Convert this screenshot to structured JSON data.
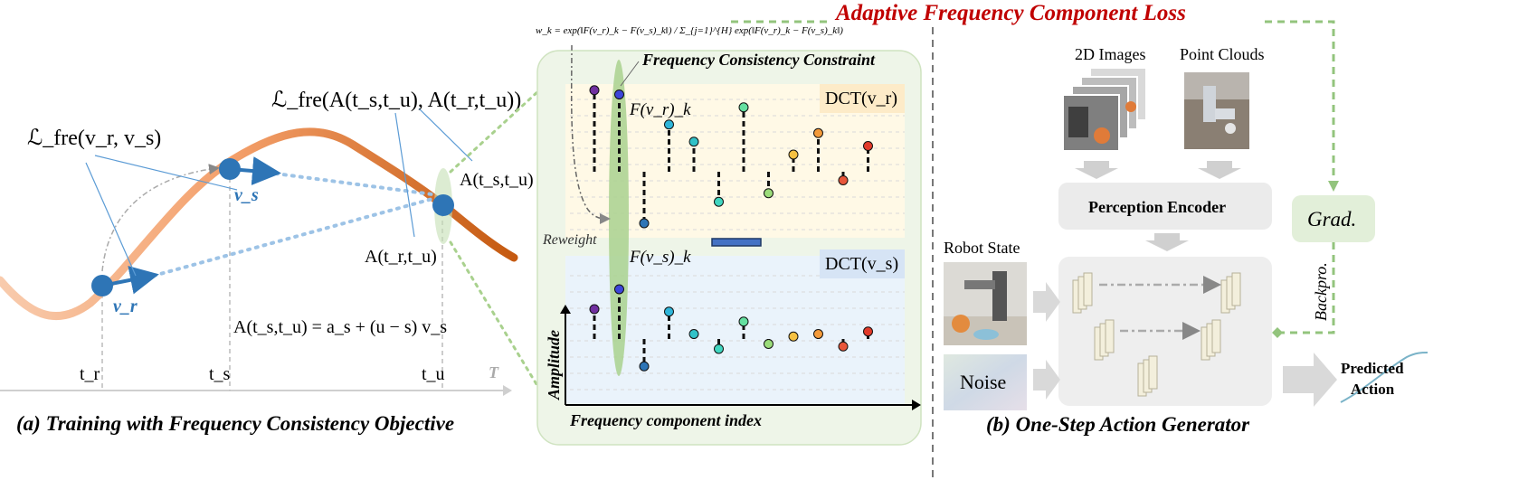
{
  "panel_a": {
    "caption": "(a) Training with Frequency Consistency Objective",
    "loss_vr_vs": "ℒ_fre(v_r, v_s)",
    "loss_A": "ℒ_fre(A(t_s,t_u), A(t_r,t_u))",
    "label_vs": "v_s",
    "label_vr": "v_r",
    "label_A_su": "A(t_s,t_u)",
    "label_A_ru": "A(t_r,t_u)",
    "equation": "A(t_s,t_u) = a_s + (u − s) v_s",
    "tick_tr": "t_r",
    "tick_ts": "t_s",
    "tick_tu": "t_u",
    "axis_T": "T"
  },
  "middle": {
    "title": "Adaptive Frequency Component Loss",
    "weight_formula": "w_k = exp(‖F(v_r)_k − F(v_s)_k‖) / Σ_{j=1}^{H} exp(‖F(v_r)_k − F(v_s)_k‖)",
    "constraint": "Frequency Consistency Constraint",
    "reweight": "Reweight",
    "dct_vr": "DCT(v_r)",
    "dct_vs": "DCT(v_s)",
    "F_vr_k": "F(v_r)_k",
    "F_vs_k": "F(v_s)_k",
    "ylabel": "Amplitude",
    "xlabel": "Frequency component index"
  },
  "panel_b": {
    "caption": "(b) One-Step Action Generator",
    "images_2d": "2D Images",
    "point_clouds": "Point Clouds",
    "perception_encoder": "Perception Encoder",
    "grad": "Grad.",
    "backpro": "Backpro.",
    "robot_state": "Robot State",
    "noise": "Noise",
    "predicted": "Predicted",
    "action": "Action"
  },
  "colors": {
    "accent_red": "#c00000",
    "blue_point": "#2e75b6",
    "curve_orange": "#c55a11",
    "green_dash": "#93c47d"
  },
  "chart_data": [
    {
      "type": "stem",
      "series": [
        {
          "name": "DCT(v_r)",
          "values": [
            0.95,
            0.9,
            -0.6,
            0.55,
            0.35,
            -0.35,
            0.75,
            -0.25,
            0.2,
            0.45,
            -0.1,
            0.3
          ],
          "colors": [
            "#7030a0",
            "#3d46d9",
            "#2e75b6",
            "#2eb5d9",
            "#31c2c8",
            "#40d6c0",
            "#64e0a0",
            "#9bdc7a",
            "#f6c142",
            "#f39a3a",
            "#e8563a",
            "#e23a2a"
          ]
        }
      ]
    },
    {
      "type": "stem",
      "series": [
        {
          "name": "DCT(v_s)",
          "values": [
            0.6,
            1.0,
            -0.55,
            0.55,
            0.1,
            -0.2,
            0.35,
            -0.1,
            0.05,
            0.1,
            -0.15,
            0.15
          ],
          "colors": [
            "#7030a0",
            "#3d46d9",
            "#2e75b6",
            "#2eb5d9",
            "#31c2c8",
            "#40d6c0",
            "#64e0a0",
            "#9bdc7a",
            "#f6c142",
            "#f39a3a",
            "#e8563a",
            "#e23a2a"
          ]
        }
      ]
    }
  ]
}
